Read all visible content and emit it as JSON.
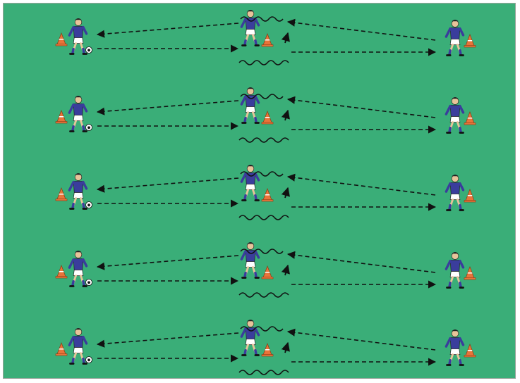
{
  "diagram": {
    "field_color": "#3aae78",
    "line_color": "#111111",
    "cone_color": "#e8743a",
    "kit_shirt_color": "#3a3d9c",
    "kit_shorts_color": "#ffffff",
    "rows": [
      {
        "id": 1,
        "has_ball": true
      },
      {
        "id": 2,
        "has_ball": true
      },
      {
        "id": 3,
        "has_ball": true
      },
      {
        "id": 4,
        "has_ball": true
      },
      {
        "id": 5,
        "has_ball": true
      }
    ],
    "icons": {
      "cone": "cone-icon",
      "player": "player-icon",
      "ball": "ball-icon",
      "arrow": "dashed-arrow-icon",
      "path": "wavy-run-icon"
    }
  }
}
